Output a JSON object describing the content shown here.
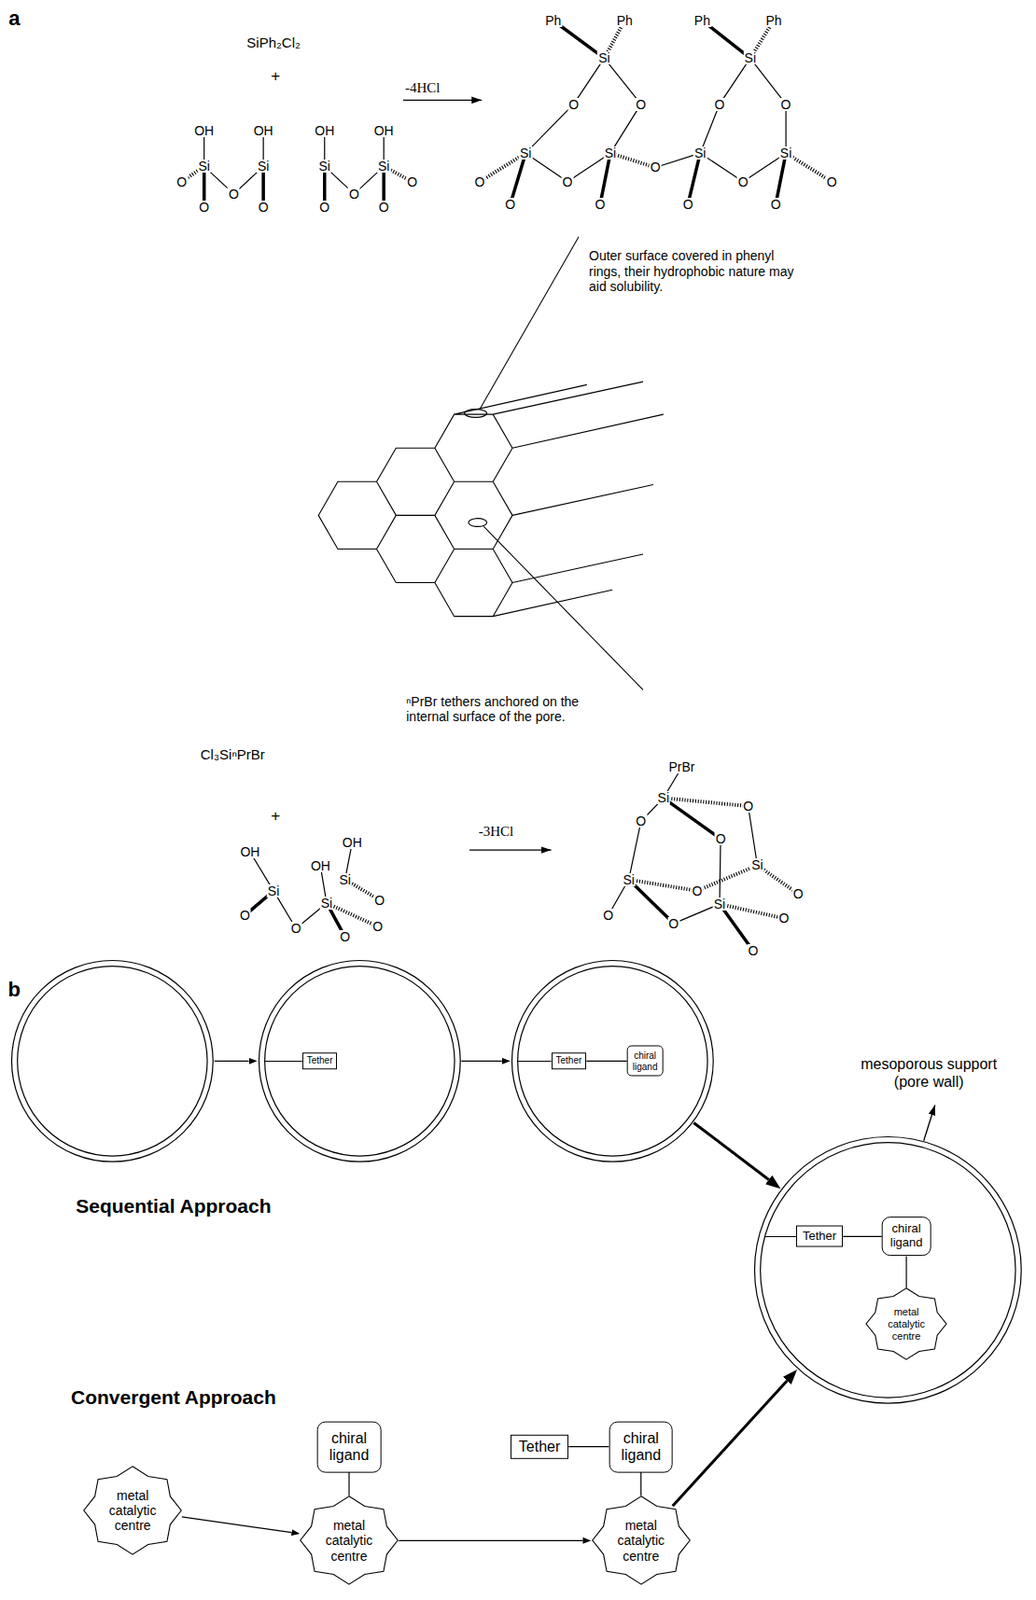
{
  "diagram": {
    "nodes": [
      {
        "text": []
      },
      {
        "text": []
      },
      {
        "text": [
          "Tether"
        ],
        "in": 1
      },
      {
        "text": []
      },
      {
        "text": [
          "Tether"
        ],
        "in": 3
      },
      {
        "text": [
          "chiral ligand"
        ],
        "in": 3
      },
      {
        "text": []
      },
      {
        "text": [
          "Tether"
        ],
        "in": 6
      },
      {
        "text": [
          "chiral ligand"
        ],
        "in": 6
      },
      {
        "text": [
          "metal catalytic centre"
        ],
        "in": 6
      },
      {
        "text": [
          "metal catalytic centre"
        ]
      },
      {
        "text": [
          "chiral ligand"
        ]
      },
      {
        "text": [
          "metal catalytic centre"
        ]
      },
      {
        "text": [
          "Tether"
        ]
      },
      {
        "text": [
          "chiral ligand"
        ]
      },
      {
        "text": [
          "metal catalytic centre"
        ]
      }
    ],
    "edges": [
      {
        "from": 0,
        "to": 1,
        "arrow": "to"
      },
      {
        "from": 1,
        "to": 3,
        "arrow": "to"
      },
      {
        "from": 3,
        "to": 6,
        "arrow": "to"
      },
      {
        "from": 4,
        "to": 5,
        "arrow": "none"
      },
      {
        "from": 7,
        "to": 8,
        "arrow": "none"
      },
      {
        "from": 8,
        "to": 9,
        "arrow": "none"
      },
      {
        "from": 10,
        "to": 12,
        "arrow": "to"
      },
      {
        "from": 11,
        "to": 12,
        "arrow": "none"
      },
      {
        "from": 12,
        "to": 15,
        "arrow": "to"
      },
      {
        "from": 13,
        "to": 14,
        "arrow": "none"
      },
      {
        "from": 14,
        "to": 15,
        "arrow": "none"
      },
      {
        "from": 15,
        "to": 6,
        "arrow": "to"
      }
    ],
    "labels": [
      "a",
      "SiPh₂Cl₂",
      "+",
      "-4HCl",
      "OH",
      "OH",
      "OH",
      "OH",
      "Si",
      "Si",
      "Si",
      "Si",
      "O",
      "O",
      "O",
      "O",
      "O",
      "O",
      "O",
      "O",
      "Ph",
      "Ph",
      "Ph",
      "Ph",
      "Si",
      "Si",
      "O",
      "O",
      "O",
      "O",
      "Si",
      "Si",
      "Si",
      "Si",
      "O",
      "O",
      "O",
      "O",
      "O",
      "O",
      "O",
      "O",
      "O",
      "Outer surface covered in phenyl rings, their hydrophobic nature may aid solubility.",
      "ⁿPrBr tethers anchored on the internal surface of the pore.",
      "Cl₃SiⁿPrBr",
      "+",
      "-3HCl",
      "PrBr",
      "OH",
      "OH",
      "OH",
      "Si",
      "Si",
      "Si",
      "O",
      "O",
      "O",
      "O",
      "O",
      "Si",
      "O",
      "O",
      "O",
      "Si",
      "Si",
      "O",
      "Si",
      "O",
      "O",
      "O",
      "O",
      "O",
      "b",
      "mesoporous support (pore wall)",
      "Sequential Approach",
      "Convergent Approach"
    ]
  }
}
